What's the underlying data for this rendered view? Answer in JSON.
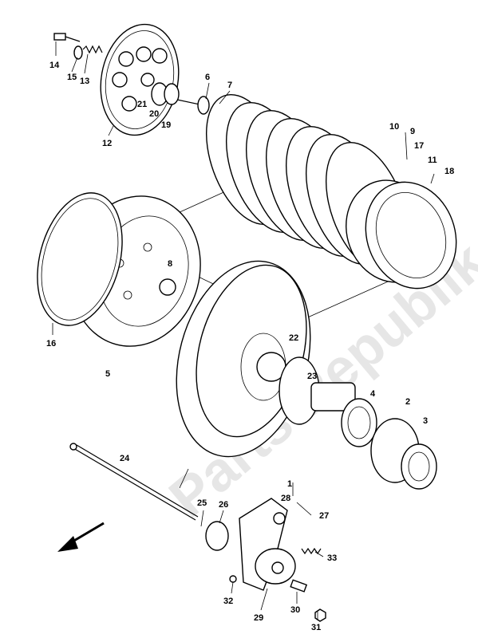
{
  "watermark": "Parts Republik",
  "labels": [
    {
      "id": "14",
      "text": "14"
    },
    {
      "id": "15",
      "text": "15"
    },
    {
      "id": "13",
      "text": "13"
    },
    {
      "id": "21",
      "text": "21"
    },
    {
      "id": "20",
      "text": "20"
    },
    {
      "id": "19",
      "text": "19"
    },
    {
      "id": "6",
      "text": "6"
    },
    {
      "id": "7",
      "text": "7"
    },
    {
      "id": "12",
      "text": "12"
    },
    {
      "id": "10",
      "text": "10"
    },
    {
      "id": "9",
      "text": "9"
    },
    {
      "id": "17",
      "text": "17"
    },
    {
      "id": "11",
      "text": "11"
    },
    {
      "id": "18",
      "text": "18"
    },
    {
      "id": "8",
      "text": "8"
    },
    {
      "id": "16",
      "text": "16"
    },
    {
      "id": "5",
      "text": "5"
    },
    {
      "id": "22",
      "text": "22"
    },
    {
      "id": "23",
      "text": "23"
    },
    {
      "id": "4",
      "text": "4"
    },
    {
      "id": "2",
      "text": "2"
    },
    {
      "id": "3",
      "text": "3"
    },
    {
      "id": "1",
      "text": "1"
    },
    {
      "id": "24",
      "text": "24"
    },
    {
      "id": "25",
      "text": "25"
    },
    {
      "id": "26",
      "text": "26"
    },
    {
      "id": "28",
      "text": "28"
    },
    {
      "id": "27",
      "text": "27"
    },
    {
      "id": "33",
      "text": "33"
    },
    {
      "id": "32",
      "text": "32"
    },
    {
      "id": "29",
      "text": "29"
    },
    {
      "id": "30",
      "text": "30"
    },
    {
      "id": "31",
      "text": "31"
    }
  ]
}
